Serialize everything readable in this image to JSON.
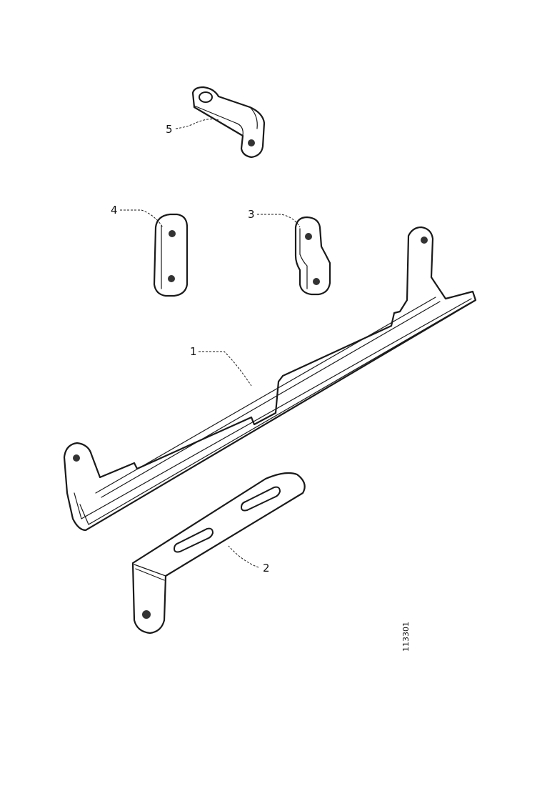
{
  "callouts": {
    "part1": "1",
    "part2": "2",
    "part3": "3",
    "part4": "4",
    "part5": "5"
  },
  "reference_number": "113301",
  "colors": {
    "line": "#1a1a1a",
    "background": "#ffffff"
  }
}
